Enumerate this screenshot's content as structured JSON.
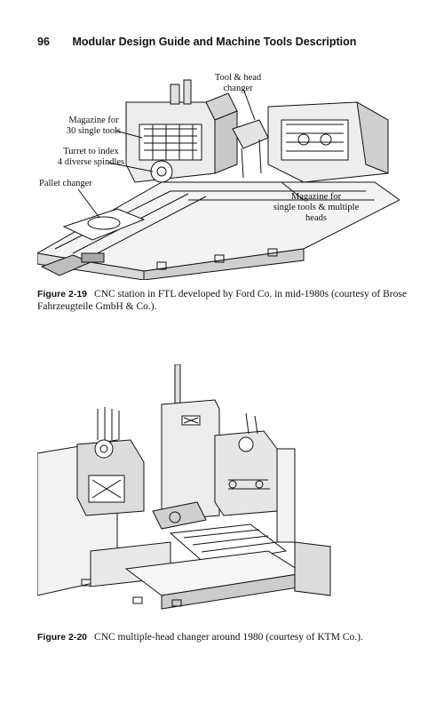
{
  "header": {
    "page_number": "96",
    "running_title": "Modular Design Guide and Machine Tools Description"
  },
  "figure1": {
    "callouts": {
      "tool_head_changer": "Tool & head\nchanger",
      "magazine_30": "Magazine for\n30 single tools",
      "turret": "Turret to index\n4 diverse spindles",
      "pallet_changer": "Pallet changer",
      "magazine_single": "Magazine for\nsingle tools & multiple\nheads"
    },
    "caption_label": "Figure 2-19",
    "caption_text": "CNC station in FTL developed by Ford Co. in mid-1980s (courtesy of Brose Fahrzeugteile GmbH & Co.)."
  },
  "figure2": {
    "caption_label": "Figure 2-20",
    "caption_text": "CNC multiple-head changer around 1980 (courtesy of KTM Co.)."
  }
}
